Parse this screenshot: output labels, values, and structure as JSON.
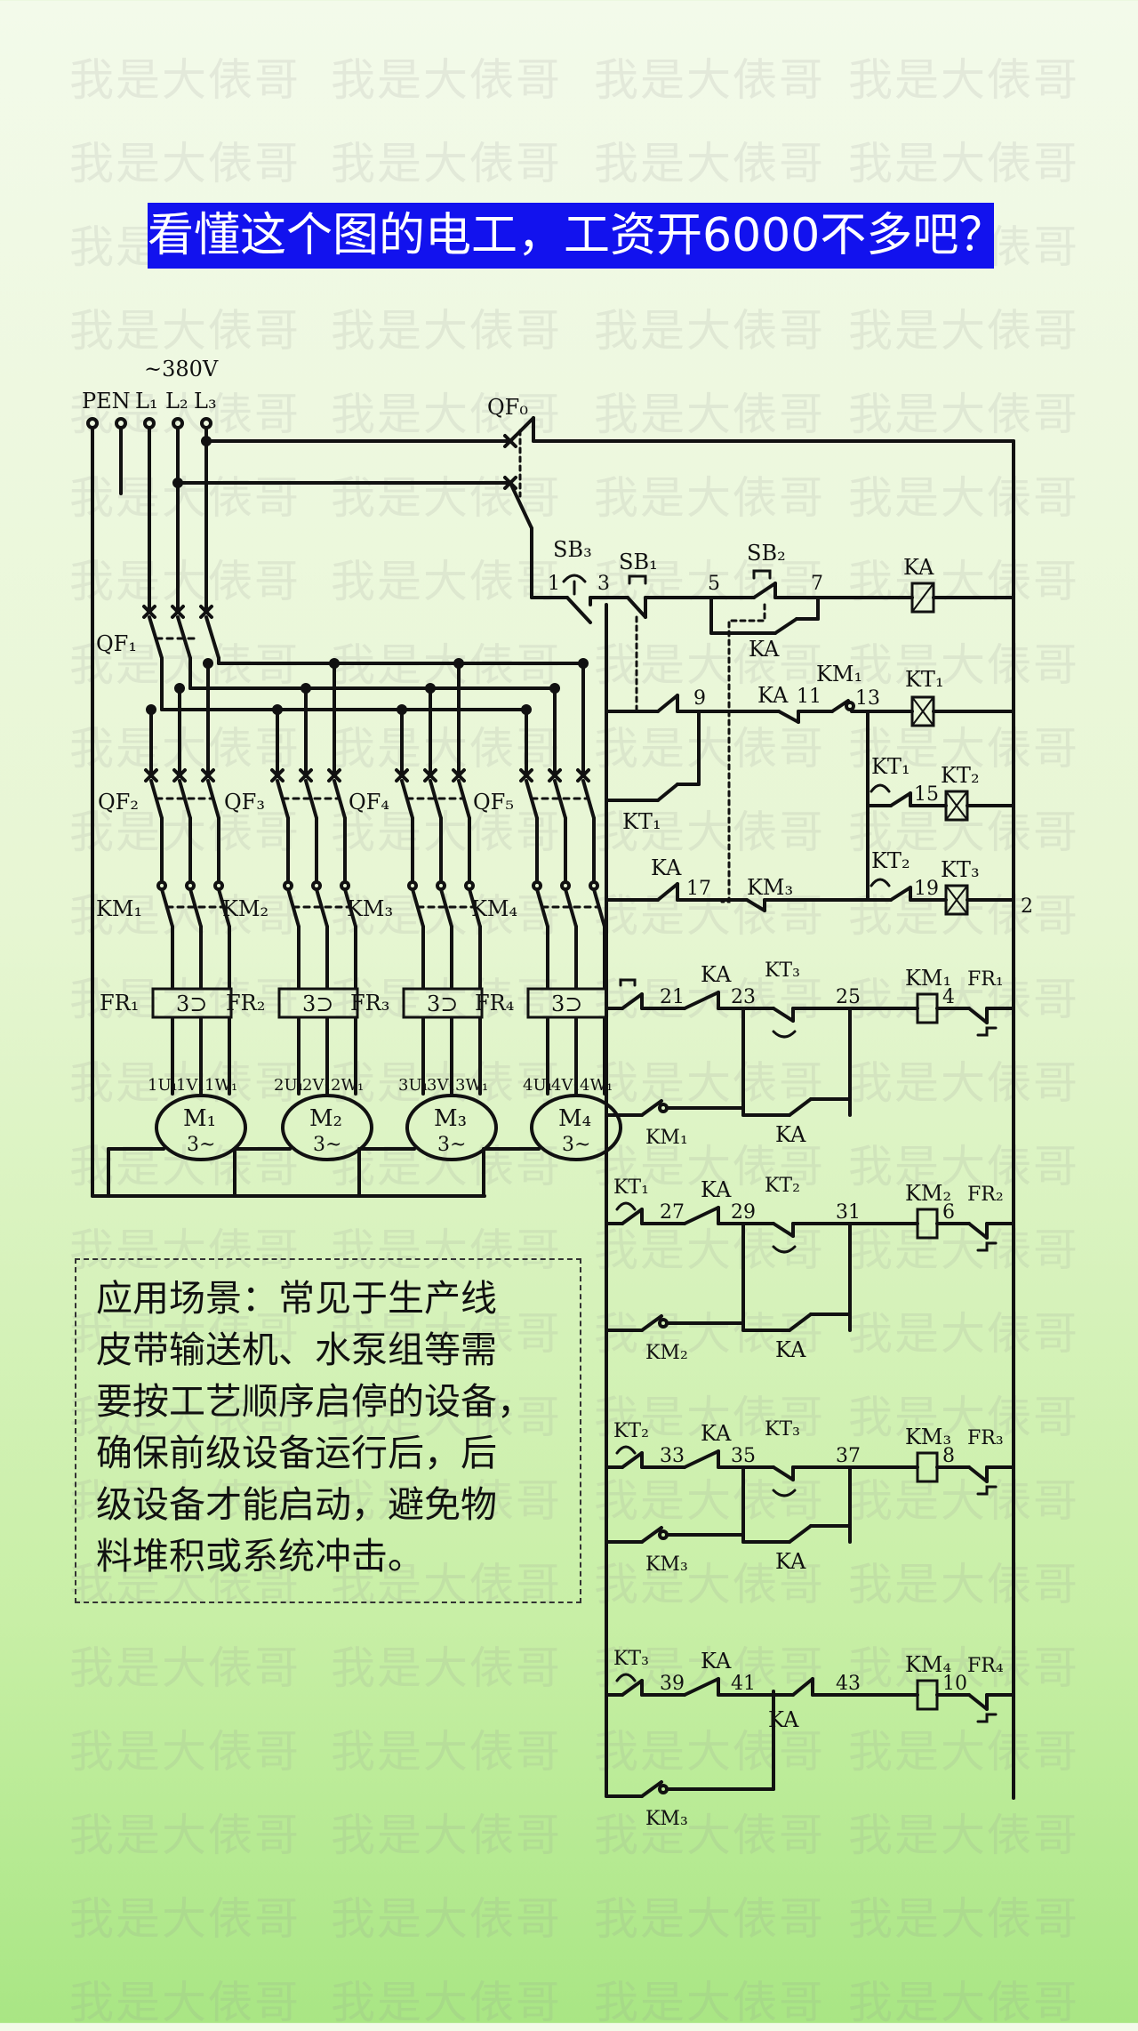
{
  "watermark": {
    "text": "我是大俵哥"
  },
  "headline": "看懂这个图的电工，工资开6000不多吧？",
  "diagram": {
    "supply": {
      "voltage": "~380V",
      "pen": "PEN",
      "l1": "L₁",
      "l2": "L₂",
      "l3": "L₃"
    },
    "main_breaker": "QF₀",
    "branch_breaker": "QF₁",
    "breakers": [
      "QF₂",
      "QF₃",
      "QF₄",
      "QF₅"
    ],
    "contactors": [
      "KM₁",
      "KM₂",
      "KM₃",
      "KM₄"
    ],
    "overloads": [
      "FR₁",
      "FR₂",
      "FR₃",
      "FR₄"
    ],
    "overload_symbol": "3⊃",
    "terminals": [
      [
        "1U₁",
        "1V₁",
        "1W₁"
      ],
      [
        "2U₁",
        "2V₁",
        "2W₁"
      ],
      [
        "3U₁",
        "3V₁",
        "3W₁"
      ],
      [
        "4U₁",
        "4V₁",
        "4W₁"
      ]
    ],
    "motors": [
      {
        "name": "M₁",
        "phase": "3~"
      },
      {
        "name": "M₂",
        "phase": "3~"
      },
      {
        "name": "M₃",
        "phase": "3~"
      },
      {
        "name": "M₄",
        "phase": "3~"
      }
    ],
    "control": {
      "sb3": "SB₃",
      "sb1": "SB₁",
      "sb2": "SB₂",
      "ka": "KA",
      "km1": "KM₁",
      "km2": "KM₂",
      "km3": "KM₃",
      "km4": "KM₄",
      "kt1": "KT₁",
      "kt2": "KT₂",
      "kt3": "KT₃",
      "fr1": "FR₁",
      "fr2": "FR₂",
      "fr3": "FR₃",
      "fr4": "FR₄",
      "nodes": {
        "n1": "1",
        "n2": "2",
        "n3": "3",
        "n4": "4",
        "n5": "5",
        "n6": "6",
        "n7": "7",
        "n8": "8",
        "n9": "9",
        "n10": "10",
        "n11": "11",
        "n13": "13",
        "n15": "15",
        "n17": "17",
        "n19": "19",
        "n21": "21",
        "n23": "23",
        "n25": "25",
        "n27": "27",
        "n29": "29",
        "n31": "31",
        "n33": "33",
        "n35": "35",
        "n37": "37",
        "n39": "39",
        "n41": "41",
        "n43": "43"
      }
    }
  },
  "note": {
    "lines": [
      "应用场景：常见于生产线",
      "皮带输送机、水泵组等需",
      "要按工艺顺序启停的设备，",
      "确保前级设备运行后，后",
      "级设备才能启动，避免物",
      "料堆积或系统冲击。"
    ]
  },
  "colors": {
    "headline_bg": "#1212ee",
    "headline_text": "#ffffff",
    "line": "#111111"
  }
}
